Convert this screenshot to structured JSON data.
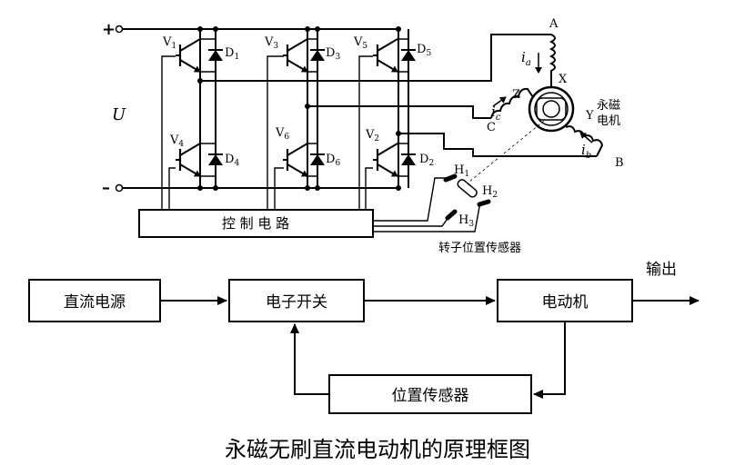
{
  "circuit": {
    "supply_plus": "+",
    "supply_minus": "–",
    "supply_label": "U",
    "switches": [
      {
        "v_main": "V",
        "v_sub": "1",
        "d_main": "D",
        "d_sub": "1"
      },
      {
        "v_main": "V",
        "v_sub": "3",
        "d_main": "D",
        "d_sub": "3"
      },
      {
        "v_main": "V",
        "v_sub": "5",
        "d_main": "D",
        "d_sub": "5"
      },
      {
        "v_main": "V",
        "v_sub": "4",
        "d_main": "D",
        "d_sub": "4"
      },
      {
        "v_main": "V",
        "v_sub": "6",
        "d_main": "D",
        "d_sub": "6"
      },
      {
        "v_main": "V",
        "v_sub": "2",
        "d_main": "D",
        "d_sub": "2"
      }
    ],
    "control_circuit": "控 制 电 路",
    "motor": {
      "terminal_a": "A",
      "terminal_b": "B",
      "terminal_c": "C",
      "terminal_x": "X",
      "terminal_y": "Y",
      "terminal_z": "Z",
      "current_a_main": "i",
      "current_a_sub": "a",
      "current_b_main": "i",
      "current_b_sub": "b",
      "current_c_main": "i",
      "current_c_sub": "c",
      "label_line1": "永磁",
      "label_line2": "电机"
    },
    "hall_sensors": [
      {
        "main": "H",
        "sub": "1"
      },
      {
        "main": "H",
        "sub": "2"
      },
      {
        "main": "H",
        "sub": "3"
      }
    ],
    "sensor_caption": "转子位置传感器"
  },
  "block_diagram": {
    "blocks": {
      "dc_source": "直流电源",
      "electronic_switch": "电子开关",
      "motor": "电动机",
      "position_sensor": "位置传感器"
    },
    "output_label": "输出"
  },
  "caption": "永磁无刷直流电动机的原理框图"
}
